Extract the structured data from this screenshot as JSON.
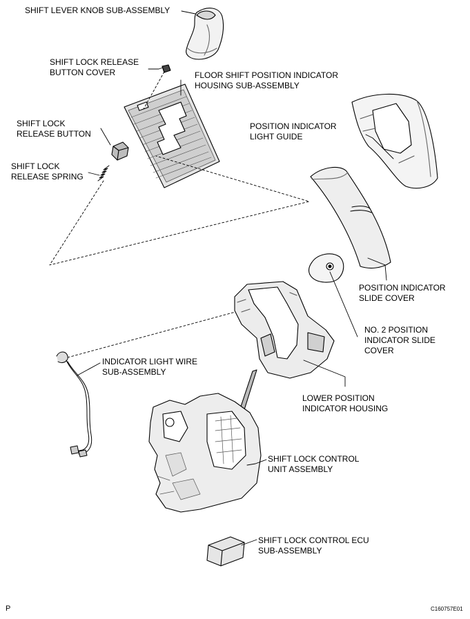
{
  "labels": {
    "knob": "SHIFT LEVER KNOB SUB-ASSEMBLY",
    "btn_cover": [
      "SHIFT LOCK RELEASE",
      "BUTTON COVER"
    ],
    "housing": [
      "FLOOR SHIFT POSITION INDICATOR",
      "HOUSING SUB-ASSEMBLY"
    ],
    "light_guide": [
      "POSITION INDICATOR",
      "LIGHT GUIDE"
    ],
    "release_btn": [
      "SHIFT LOCK",
      "RELEASE BUTTON"
    ],
    "spring": [
      "SHIFT LOCK",
      "RELEASE SPRING"
    ],
    "slide_cover": [
      "POSITION INDICATOR",
      "SLIDE COVER"
    ],
    "no2_slide": [
      "NO. 2 POSITION",
      "INDICATOR SLIDE",
      "COVER"
    ],
    "wire": [
      "INDICATOR LIGHT WIRE",
      "SUB-ASSEMBLY"
    ],
    "lower_housing": [
      "LOWER POSITION",
      "INDICATOR HOUSING"
    ],
    "control_unit": [
      "SHIFT LOCK CONTROL",
      "UNIT ASSEMBLY"
    ],
    "ecu": [
      "SHIFT LOCK CONTROL ECU",
      "SUB-ASSEMBLY"
    ]
  },
  "page_mark": "P",
  "figure_code": "C160757E01"
}
